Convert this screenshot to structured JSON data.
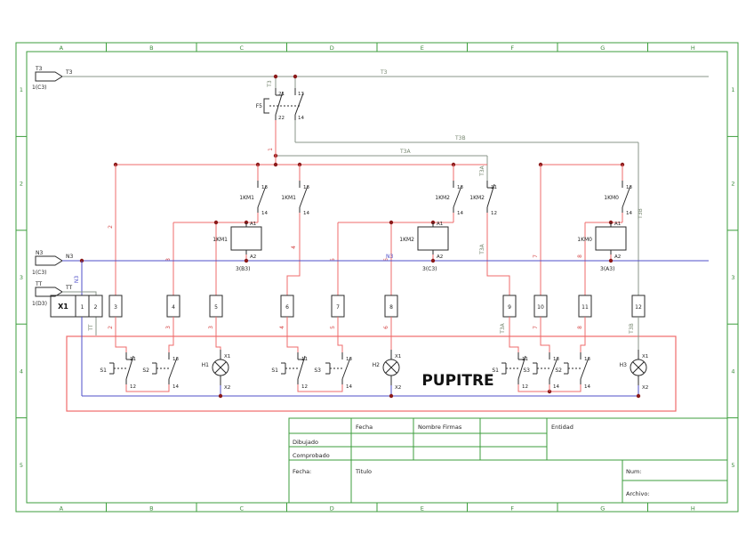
{
  "frame": {
    "cols": [
      "A",
      "B",
      "C",
      "D",
      "E",
      "F",
      "G",
      "H"
    ],
    "rows": [
      "1",
      "2",
      "3",
      "4",
      "5"
    ]
  },
  "colors": {
    "frame_green": "#3c9e3c",
    "wire_red": "#ef6b6b",
    "neutral_blue": "#4f4fc8",
    "aux_gray": "#8a948a",
    "junction": "#8b1a1a"
  },
  "connectors": {
    "t3": {
      "name": "T3",
      "ref": "1(C3)"
    },
    "n3": {
      "name": "N3",
      "ref": "1(C3)"
    },
    "tt": {
      "name": "TT",
      "ref": "1(D3)"
    }
  },
  "wire_labels": {
    "t3": "T3",
    "t3a": "T3A",
    "t3b": "T3B",
    "n3": "N3",
    "w1": "1",
    "w2": "2",
    "w3": "3",
    "w4": "4",
    "w5": "5",
    "w6": "6",
    "w7": "7",
    "w8": "8"
  },
  "components": {
    "f5": "F5",
    "km1": "1KM1",
    "km2": "1KM2",
    "km0": "1KM0",
    "s1": "S1",
    "s2": "S2",
    "s3": "S3",
    "h1": "H1",
    "h2": "H2",
    "h3": "H3"
  },
  "pins": {
    "no_top": "13",
    "no_bot": "14",
    "nc_top": "11",
    "nc_bot": "12",
    "f5_top": "21",
    "f5_bot": "22",
    "coil_top": "A1",
    "coil_bot": "A2",
    "lamp_top": "X1",
    "lamp_bot": "X2"
  },
  "terminal_strip": {
    "label": "X1",
    "terminals": [
      "1",
      "2",
      "3",
      "4",
      "5",
      "6",
      "7",
      "8",
      "9",
      "10",
      "11",
      "12"
    ]
  },
  "destinations": {
    "km1": "3(B3)",
    "km2": "3(C3)",
    "km0": "3(A3)"
  },
  "panel": {
    "title": "PUPITRE"
  },
  "title_block": {
    "fecha": "Fecha",
    "nombre_firmas": "Nombre Firmas",
    "entidad": "Entidad",
    "dibujado": "Dibujado",
    "comprobado": "Comprobado",
    "fecha_label": "Fecha:",
    "titulo": "Titulo",
    "num": "Num:",
    "archivo": "Archivo:"
  }
}
